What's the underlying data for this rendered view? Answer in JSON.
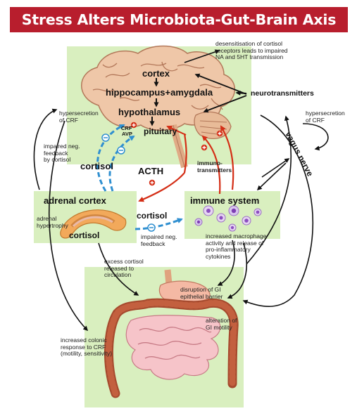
{
  "title": "Stress Alters Microbiota-Gut-Brain Axis",
  "colors": {
    "banner": "#b81e2d",
    "panel": "#d9efbf",
    "arrow_black": "#111111",
    "arrow_red": "#d42e16",
    "feedback_blue": "#2f8fd0"
  },
  "brain": {
    "cortex": "cortex",
    "hippocampus_amygdala": "hippocampus+amygdala",
    "hypothalamus": "hypothalamus",
    "pituitary": "pituitary",
    "crf": "CRF",
    "avp": "AVP"
  },
  "labels": {
    "neurotransmitters": "neurotransmitters",
    "desensitisation": [
      "desensitisation of cortisol",
      "receptors leads to impaired",
      "NA and 5HT transmission"
    ],
    "hypersecretion_left": [
      "hypersecretion",
      "of CRF"
    ],
    "hypersecretion_right": [
      "hypersecretion",
      "of CRF"
    ],
    "impaired_feedback_left": [
      "impaired neg.",
      "feedback",
      "by cortisol"
    ],
    "cortisol_left": "cortisol",
    "acth": "ACTH",
    "immunotransmitters": [
      "immuno-",
      "transmitters"
    ],
    "vagus_nerve": "vagus nerve",
    "adrenal_cortex": "adrenal cortex",
    "adrenal_hypertrophy": [
      "adrenal",
      "hypertrophy"
    ],
    "cortisol_gland": "cortisol",
    "cortisol_middle": "cortisol",
    "impaired_feedback_mid": [
      "impaired neg.",
      "feedback"
    ],
    "immune_system": "immune system",
    "macrophage": [
      "increased macrophage",
      "activity and release of",
      "pro-inflammatory",
      "cytokines"
    ],
    "excess_cortisol": [
      "excess cortisol",
      "released to",
      "circulation"
    ],
    "gi_barrier": [
      "disruption of GI",
      "epithelial barrier"
    ],
    "gi_motility": [
      "alteration of",
      "GI motility"
    ],
    "colonic": [
      "increased colonic",
      "response to CRF",
      "(motility, sensitivity)"
    ]
  }
}
